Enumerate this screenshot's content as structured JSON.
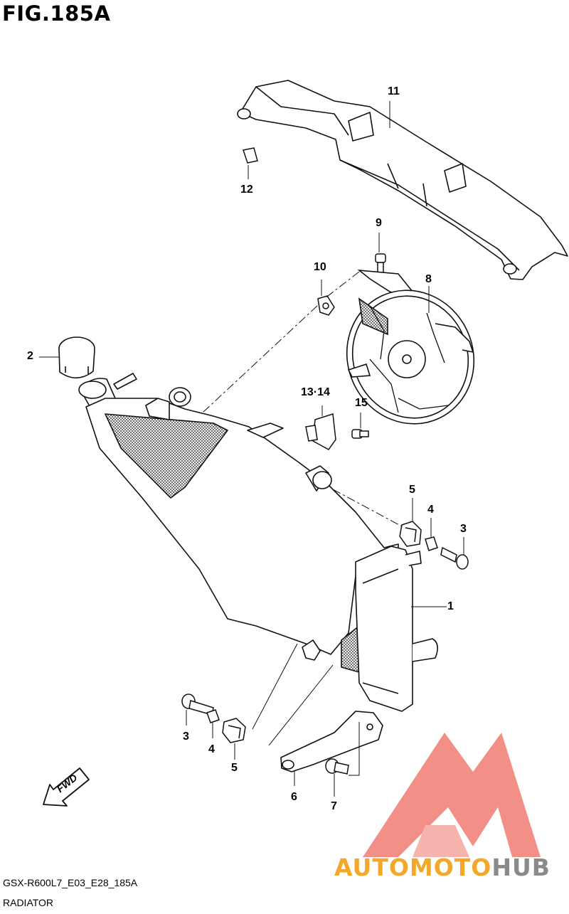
{
  "figure": {
    "title": "FIG.185A",
    "code": "GSX-R600L7_E03_E28_185A",
    "name": "RADIATOR"
  },
  "callouts": {
    "c1": "1",
    "c2": "2",
    "c3a": "3",
    "c3b": "3",
    "c4a": "4",
    "c4b": "4",
    "c5a": "5",
    "c5b": "5",
    "c6": "6",
    "c7": "7",
    "c8": "8",
    "c9": "9",
    "c10": "10",
    "c11": "11",
    "c12": "12",
    "c13_14": "13·14",
    "c15": "15"
  },
  "fwd_arrow": {
    "label": "FWD"
  },
  "watermark": {
    "part1": "AUTOMOTO",
    "part2": "HUB",
    "logo_color": "#f07d73",
    "accent_color": "#f4a82a",
    "grey_color": "#8a8a8a"
  }
}
